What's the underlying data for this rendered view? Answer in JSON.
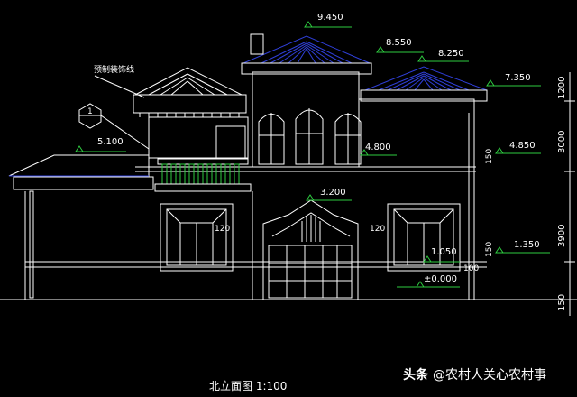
{
  "drawing": {
    "background": "#000000",
    "colors": {
      "outline": "#ffffff",
      "roof": "#2f3fd8",
      "balustrade": "#2ecc40",
      "marker": "#2ecc40",
      "text": "#ffffff"
    },
    "title": "北立面图 1:100",
    "note_label": "预制装饰线",
    "callout_number": "1",
    "elevations": {
      "e9450": "9.450",
      "e8550": "8.550",
      "e8250": "8.250",
      "e7350": "7.350",
      "e5100": "5.100",
      "e4850": "4.850",
      "e4800": "4.800",
      "e3200": "3.200",
      "e1350": "1.350",
      "e1050": "1.050",
      "e0000": "±0.000"
    },
    "small_dims": {
      "d120a": "120",
      "d120b": "120",
      "d150a": "150",
      "d150b": "150",
      "d100": "100"
    },
    "vertical_dims": {
      "v1200": "1200",
      "v3000": "3000",
      "v3900": "3900",
      "v150": "150"
    },
    "watermark": {
      "icon": "toutiao-logo-icon",
      "brand": "头条",
      "account": "@农村人关心农村事"
    }
  }
}
